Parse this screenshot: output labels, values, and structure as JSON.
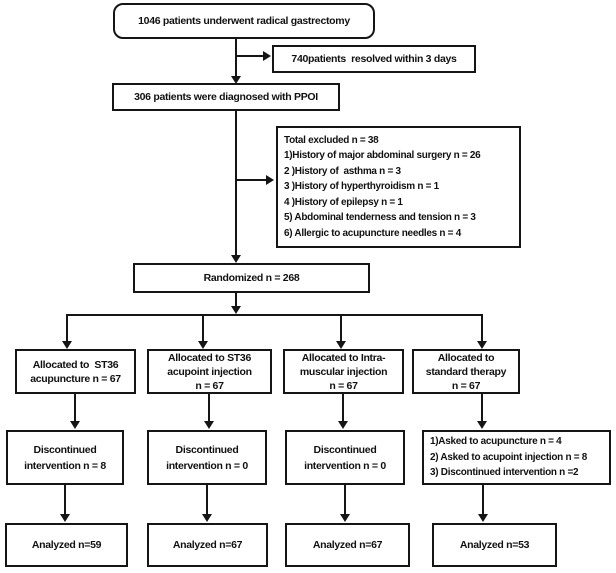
{
  "diagram": {
    "type": "consort-flowchart",
    "top_box": "1046 patients underwent radical gastrectomy",
    "resolved_box": "740patients  resolved within 3 days",
    "diagnosed_box": "306 patients were diagnosed with PPOI",
    "excluded_box": {
      "lines": [
        "Total excluded n = 38",
        "1)History of major abdominal surgery n = 26",
        "2 )History of  asthma n = 3",
        "3 )History of hyperthyroidism n = 1",
        "4 )History of epilepsy n = 1",
        "5) Abdominal tenderness and tension n = 3",
        "6) Allergic to acupuncture needles n = 4"
      ]
    },
    "randomized_box": "Randomized n = 268",
    "allocated": [
      {
        "lines": [
          "Allocated to  ST36",
          "acupuncture n = 67"
        ]
      },
      {
        "lines": [
          "Allocated to ST36",
          "acupoint injection",
          "n = 67"
        ]
      },
      {
        "lines": [
          "Allocated to Intra-",
          "muscular injection",
          "n = 67"
        ]
      },
      {
        "lines": [
          "Allocated to",
          "standard therapy",
          "n = 67"
        ]
      }
    ],
    "followup": [
      {
        "lines": [
          "Discontinued",
          "intervention n = 8"
        ]
      },
      {
        "lines": [
          "Discontinued",
          "intervention n = 0"
        ]
      },
      {
        "lines": [
          "Discontinued",
          "intervention n = 0"
        ]
      },
      {
        "lines": [
          "1)Asked to acupuncture n = 4",
          "2) Asked to acupoint injection n = 8",
          "3) Discontinued intervention n =2"
        ]
      }
    ],
    "analyzed": [
      "Analyzed n=59",
      "Analyzed n=67",
      "Analyzed n=67",
      "Analyzed n=53"
    ]
  },
  "colors": {
    "line": "#151515",
    "text": "#111111",
    "background": "#ffffff"
  }
}
